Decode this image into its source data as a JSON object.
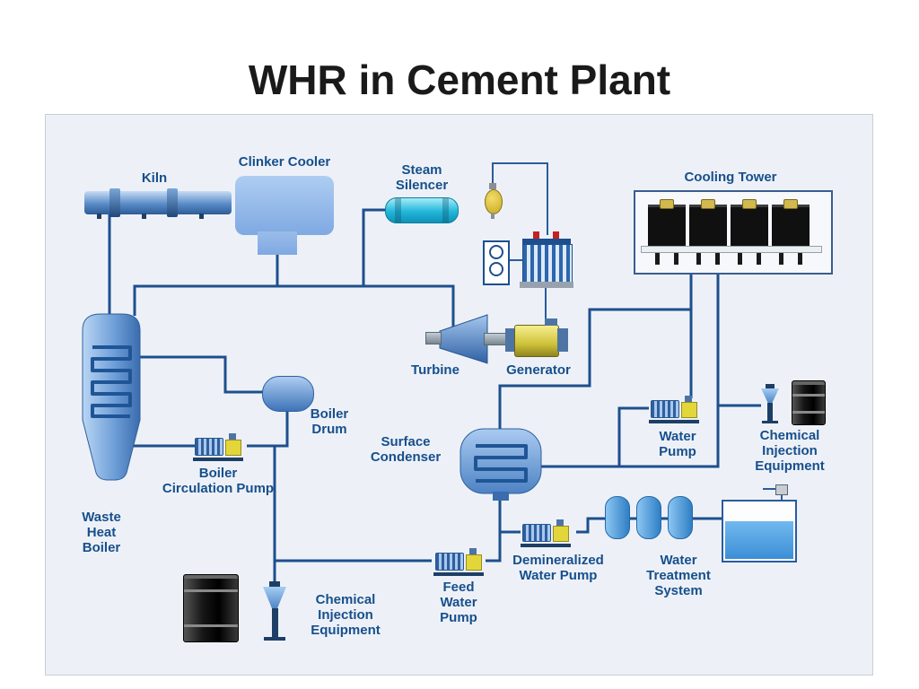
{
  "title": "WHR in Cement Plant",
  "labels": {
    "kiln": [
      "Kiln"
    ],
    "clinker_cooler": [
      "Clinker Cooler"
    ],
    "steam_silencer": [
      "Steam",
      "Silencer"
    ],
    "cooling_tower": [
      "Cooling Tower"
    ],
    "turbine": [
      "Turbine"
    ],
    "generator": [
      "Generator"
    ],
    "boiler_drum": [
      "Boiler",
      "Drum"
    ],
    "boiler_circulation_pump": [
      "Boiler",
      "Circulation Pump"
    ],
    "waste_heat_boiler": [
      "Waste",
      "Heat",
      "Boiler"
    ],
    "surface_condenser": [
      "Surface",
      "Condenser"
    ],
    "water_pump": [
      "Water",
      "Pump"
    ],
    "chemical_injection_equipment_right": [
      "Chemical",
      "Injection",
      "Equipment"
    ],
    "demineralized_water_pump": [
      "Demineralized",
      "Water Pump"
    ],
    "water_treatment_system": [
      "Water",
      "Treatment",
      "System"
    ],
    "feed_water_pump": [
      "Feed",
      "Water",
      "Pump"
    ],
    "chemical_injection_equipment_bottom": [
      "Chemical",
      "Injection",
      "Equipment"
    ]
  },
  "equipment_icons": [
    "kiln",
    "clinker-cooler",
    "steam-silencer",
    "electrical-insulator",
    "disconnect-switch",
    "transformer",
    "cooling-tower",
    "waste-heat-boiler",
    "boiler-drum",
    "boiler-circulation-pump",
    "steam-turbine",
    "generator",
    "surface-condenser",
    "water-pump",
    "chemical-drum",
    "chemical-injector",
    "water-treatment-tank",
    "ion-exchange-capsule",
    "demineralized-water-pump",
    "feed-water-pump"
  ],
  "colors": {
    "connector_line": "#1d4f8e",
    "label_text": "#174f8c",
    "panel_background": "#edf1f7",
    "title_text": "#1a1a1a",
    "equipment_blue": "#5a8cc8",
    "silencer_cyan": "#22b6da",
    "pump_motor_blue": "#2f5f9e",
    "pump_head_yellow": "#e3d63b",
    "water_blue": "#3b8fd6",
    "fan_unit_black": "#101010",
    "transformer_red": "#c42222"
  }
}
